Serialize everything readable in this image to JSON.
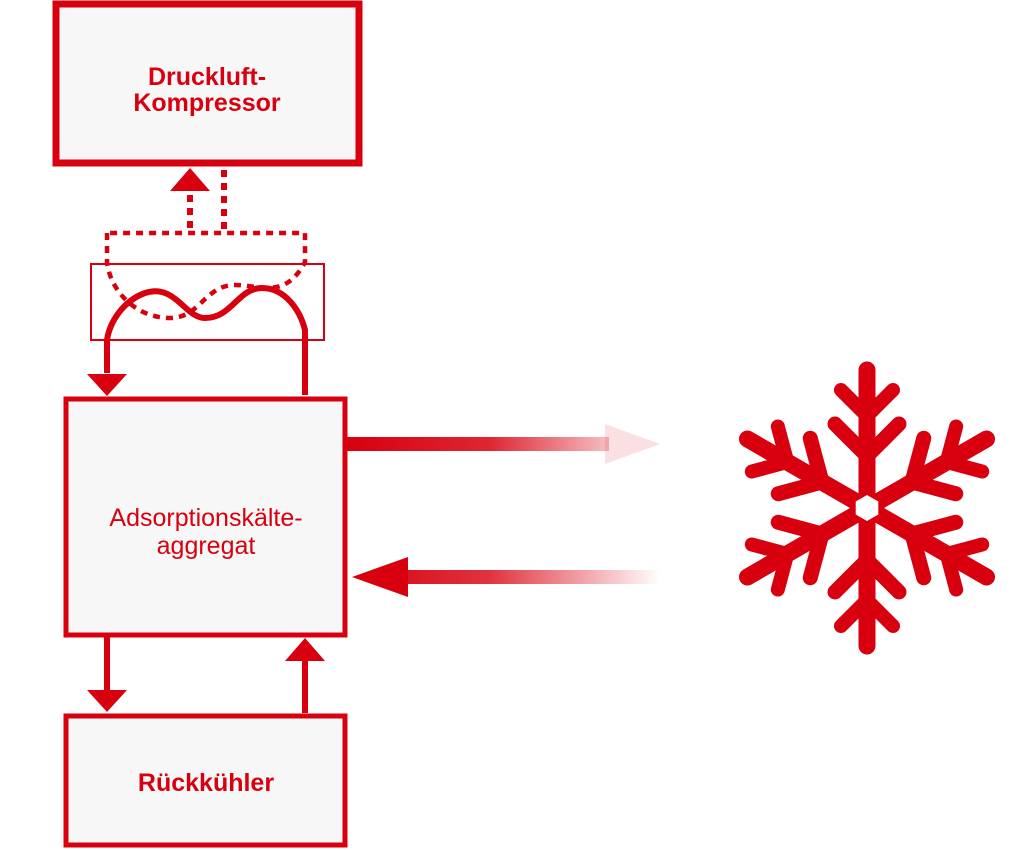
{
  "colors": {
    "accent": "#d8000f",
    "box_fill": "#f7f7f7",
    "background": "#ffffff"
  },
  "nodes": {
    "compressor": {
      "line1": "Druckluft-",
      "line2": "Kompressor"
    },
    "chiller": {
      "line1": "Adsorptionskälte-",
      "line2": "aggregat"
    },
    "recooler": {
      "label": "Rückkühler"
    }
  },
  "icons": {
    "cooling": "snowflake-icon",
    "heat_exchanger": "heat-exchanger-icon"
  }
}
